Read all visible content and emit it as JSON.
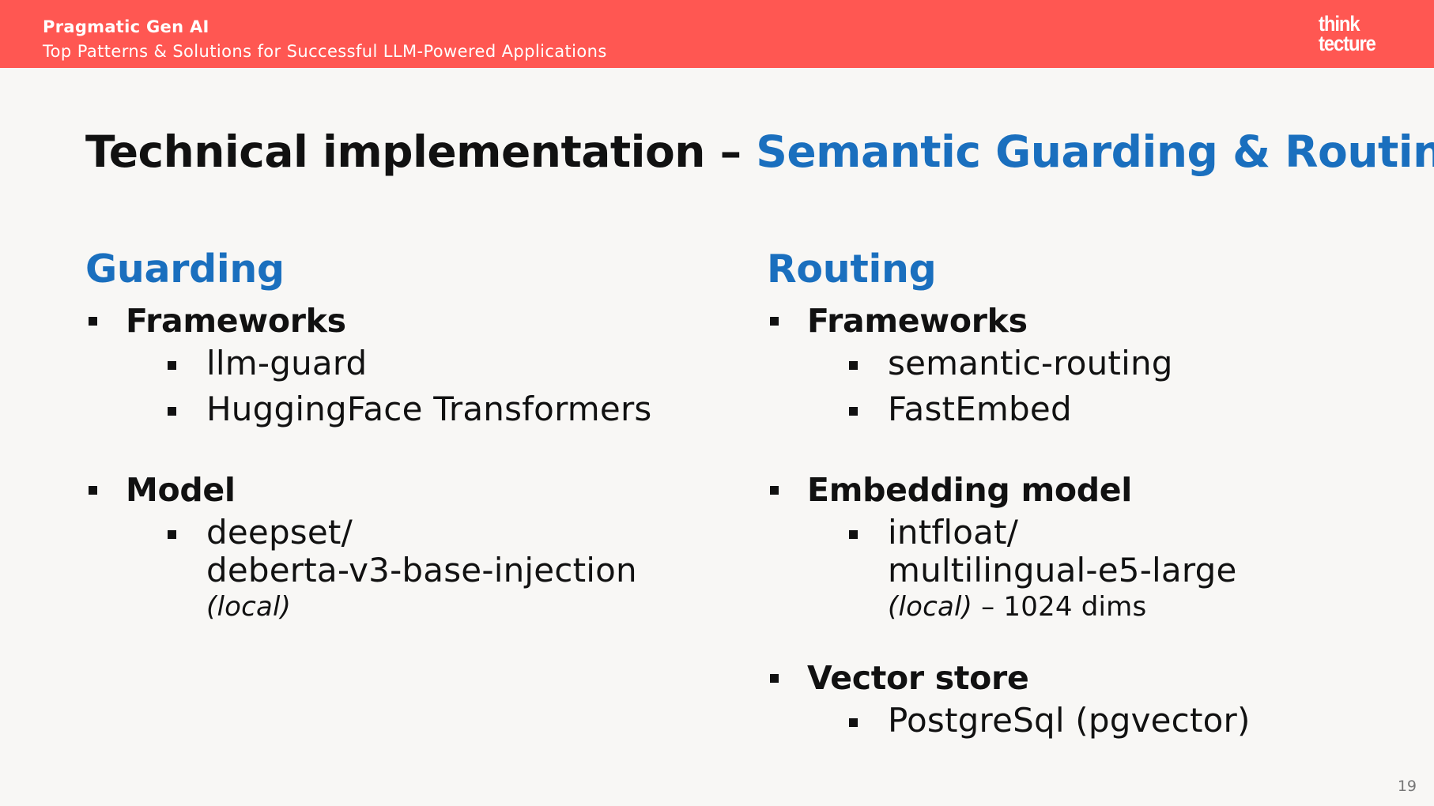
{
  "header": {
    "title": "Pragmatic Gen AI",
    "subtitle": "Top Patterns & Solutions for Successful LLM-Powered Applications",
    "logo_text": "think\ntecture",
    "background_color": "#ff5752"
  },
  "slide": {
    "title_main": "Technical implementation – ",
    "title_accent": "Semantic Guarding & Routing",
    "accent_color": "#1a6fbe",
    "page_number": "19"
  },
  "guarding": {
    "heading": "Guarding",
    "frameworks_label": "Frameworks",
    "frameworks": [
      "llm-guard",
      "HuggingFace Transformers"
    ],
    "model_label": "Model",
    "model_line1": "deepset/",
    "model_line2": "deberta-v3-base-injection",
    "model_note": "(local)"
  },
  "routing": {
    "heading": "Routing",
    "frameworks_label": "Frameworks",
    "frameworks": [
      "semantic-routing",
      "FastEmbed"
    ],
    "embedding_label": "Embedding model",
    "embedding_line1": "intfloat/",
    "embedding_line2": "multilingual-e5-large",
    "embedding_note_italic": "(local)",
    "embedding_note_rest": " – 1024 dims",
    "vector_store_label": "Vector store",
    "vector_store": [
      "PostgreSql (pgvector)"
    ]
  }
}
